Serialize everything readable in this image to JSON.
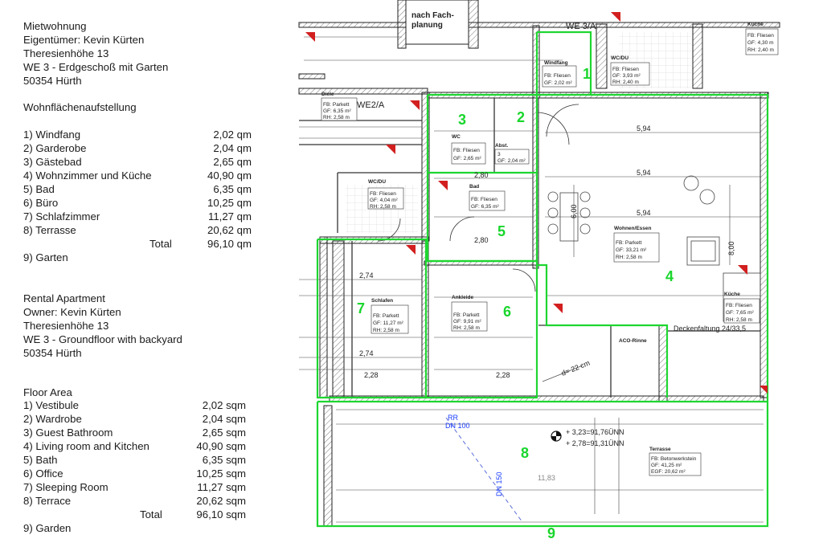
{
  "german": {
    "title": "Mietwohnung",
    "owner": "Eigentümer: Kevin Kürten",
    "street": "Theresienhöhe 13",
    "unit": "WE 3 - Erdgeschoß mit Garten",
    "city": "50354 Hürth",
    "section_title": "Wohnflächenaufstellung",
    "rows": [
      {
        "label": "1) Windfang",
        "value": "2,02 qm"
      },
      {
        "label": "2) Garderobe",
        "value": "2,04 qm"
      },
      {
        "label": "3) Gästebad",
        "value": "2,65 qm"
      },
      {
        "label": "4) Wohnzimmer und Küche",
        "value": "40,90 qm"
      },
      {
        "label": "5) Bad",
        "value": "6,35 qm"
      },
      {
        "label": "6) Büro",
        "value": "10,25 qm"
      },
      {
        "label": "7) Schlafzimmer",
        "value": "11,27 qm"
      },
      {
        "label": "8) Terrasse",
        "value": "20,62 qm"
      }
    ],
    "total_label": "Total",
    "total_value": "96,10 qm",
    "garden": "9)     Garten"
  },
  "english": {
    "title": "Rental Apartment",
    "owner": "Owner: Kevin Kürten",
    "street": "Theresienhöhe 13",
    "unit": "WE 3 - Groundfloor with backyard",
    "city": "50354 Hürth",
    "section_title": "Floor Area",
    "rows": [
      {
        "label": "1) Vestibule",
        "value": "2,02 sqm"
      },
      {
        "label": "2) Wardrobe",
        "value": "2,04 sqm"
      },
      {
        "label": "3) Guest Bathroom",
        "value": "2,65 sqm"
      },
      {
        "label": "4) Living room and Kitchen",
        "value": "40,90 sqm"
      },
      {
        "label": "5) Bath",
        "value": "6,35 sqm"
      },
      {
        "label": "6) Office",
        "value": "10,25 sqm"
      },
      {
        "label": "7) Sleeping Room",
        "value": "11,27 sqm"
      },
      {
        "label": "8) Terrace",
        "value": "20,62 sqm"
      }
    ],
    "total_label": "Total",
    "total_value": "96,10 sqm",
    "garden": "9)  Garden"
  },
  "floorplan": {
    "unit_label": "WE 3/A",
    "neighbor_label": "WE2/A",
    "hatch_note": "nach Fach-\nplanung",
    "room_numbers": [
      "1",
      "2",
      "3",
      "4",
      "5",
      "6",
      "7",
      "8",
      "9"
    ],
    "rooms": {
      "windfang": {
        "name": "Windfang",
        "fb": "FB: Fliesen",
        "gf": "GF: 2,02 m²"
      },
      "wc": {
        "name": "WC",
        "fb": "FB: Fliesen",
        "gf": "GF: 2,65 m²"
      },
      "abst": {
        "name": "Abst.",
        "fb": "3",
        "gf": "GF: 2,04 m²"
      },
      "bad": {
        "name": "Bad",
        "fb": "FB: Fliesen",
        "gf": "GF: 6,35 m²"
      },
      "wohnen": {
        "name": "Wohnen/Essen",
        "fb": "FB:  Parkett",
        "gf": "GF: 33,21 m²",
        "rh": "RH:  2,58 m"
      },
      "kueche": {
        "name": "Küche",
        "fb": "FB: Fliesen",
        "gf": "GF: 7,65 m²",
        "rh": "RH: 2,58 m"
      },
      "schlafen": {
        "name": "Schlafen",
        "fb": "FB:  Parkett",
        "gf": "GF: 11,27 m²",
        "rh": "RH:  2,58 m"
      },
      "ankleide": {
        "name": "Ankleide",
        "fb": "FB: Parkett",
        "gf": "GF: 9,91 m²",
        "rh": "RH: 2,58 m"
      },
      "terrasse": {
        "name": "Terrasse",
        "fb": "FB: Betonwerkstein",
        "gf": "GF:         41,25 m²",
        "egf": "EGF:        20,62 m²"
      },
      "diele": {
        "name": "Diele",
        "fb": "FB: Parkett",
        "gf": "GF: 6,35 m²",
        "rh": "RH: 2,58 m"
      },
      "wcdu": {
        "name": "WC/DU",
        "fb": "FB: Fliesen",
        "gf": "GF: 4,04 m²",
        "rh": "RH: 2,58 m"
      },
      "wcdu_top": {
        "name": "WC/DU",
        "fb": "FB: Fliesen",
        "gf": "GF: 3,93 m²",
        "rh": "RH: 2,40 m"
      },
      "kueche_top": {
        "name": "Küche",
        "fb": "FB: Fliesen",
        "gf": "GF: 4,30 m",
        "rh": "RH: 2,40 m"
      }
    },
    "annotations": {
      "level1": "+ 3,23=91,76ÜNN",
      "level2": "+ 2,78=91,31ÜNN",
      "rr": "RR",
      "dn100": "DN 100",
      "dn150": "DN 150",
      "aco": "ACO-Rinne",
      "deckenfaltung": "Deckenfaltung 24/33,5",
      "diag": "d= 22 cm",
      "dim_594": "5,94",
      "dim_800": "8,00",
      "dim_600": "6,00",
      "dim_280": "2,80",
      "dim_274": "2,74",
      "dim_228": "2,28",
      "dim_1183": "11,83"
    }
  }
}
